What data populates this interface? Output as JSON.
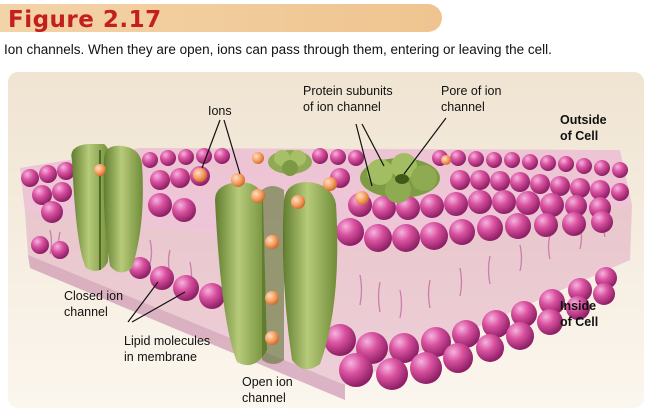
{
  "figure": {
    "title": "Figure 2.17",
    "caption": "Ion channels. When they are open, ions can pass through them, entering or leaving the cell."
  },
  "labels": {
    "ions": "Ions",
    "protein_subunits_line1": "Protein subunits",
    "protein_subunits_line2": "of ion channel",
    "pore_line1": "Pore of ion",
    "pore_line2": "channel",
    "outside_line1": "Outside",
    "outside_line2": "of Cell",
    "inside_line1": "Inside",
    "inside_line2": "of Cell",
    "closed_line1": "Closed ion",
    "closed_line2": "channel",
    "lipid_line1": "Lipid molecules",
    "lipid_line2": "in membrane",
    "open_line1": "Open ion",
    "open_line2": "channel"
  },
  "colors": {
    "title_red": "#c41e1e",
    "banner": "#efc48f",
    "lipid_head": "#d3479a",
    "protein_green": "#8fa955",
    "ion_orange": "#f39a5b"
  }
}
